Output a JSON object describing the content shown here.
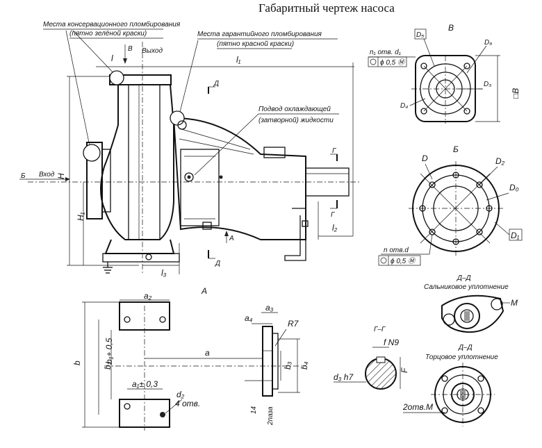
{
  "title": "Габаритный чертеж насоса",
  "callouts": {
    "conservation_seal_1": "Места консервационного пломбирования",
    "conservation_seal_2": "(пятно зелёной краски)",
    "warranty_seal_1": "Места гарантийного пломбирования",
    "warranty_seal_2": "(пятно красной краски)",
    "cooling_1": "Подвод охлаждающей",
    "cooling_2": "(затворной) жидкости"
  },
  "main_view": {
    "outlet_arrow": "В",
    "outlet_label": "Выход",
    "inlet_arrow": "Б",
    "inlet_label": "Вход",
    "dim_l": "l",
    "dim_l1": "l₁",
    "dim_l2": "l₂",
    "dim_l3": "l₃",
    "dim_H": "H",
    "dim_H1": "H₁",
    "cut_d_top": "Д",
    "cut_d_bottom": "Д",
    "cut_g_top": "Г",
    "cut_g_bottom": "Г",
    "view_a_arrow": "А"
  },
  "view_v": {
    "title": "В",
    "n1": "n₁ отв. d₁",
    "tol": "ϕ 0,5 Ⓜ",
    "D3a": "D₅",
    "D6": "D₆",
    "D3": "D₃",
    "D4": "D₄",
    "B": "□В"
  },
  "view_b": {
    "title": "Б",
    "D": "D",
    "D2": "D₂",
    "D0": "D₀",
    "D1": "D₁",
    "n": "n отв.d",
    "tol": "ϕ 0,5 Ⓜ"
  },
  "view_a": {
    "title": "А",
    "a": "a",
    "a1": "a₁± 0,3",
    "a2": "a₂",
    "a3": "a₃",
    "a4": "a₄",
    "b": "b",
    "b1": "b₁+ 0,5",
    "b2": "b₂",
    "b3": "b₃",
    "b4": "b₄",
    "d2": "d₂",
    "holes": "4 отв.",
    "R7": "R7",
    "slot1": "14",
    "slot2": "2паза"
  },
  "section_g": {
    "title": "Г–Г",
    "fN9": "f N9",
    "F": "F",
    "dh7": "d₃ h7"
  },
  "section_d1": {
    "title": "Д–Д",
    "subtitle": "Сальниковое уплотнение",
    "M": "M"
  },
  "section_d2": {
    "title": "Д–Д",
    "subtitle": "Торцовое уплотнение",
    "holes": "2отв.M"
  }
}
